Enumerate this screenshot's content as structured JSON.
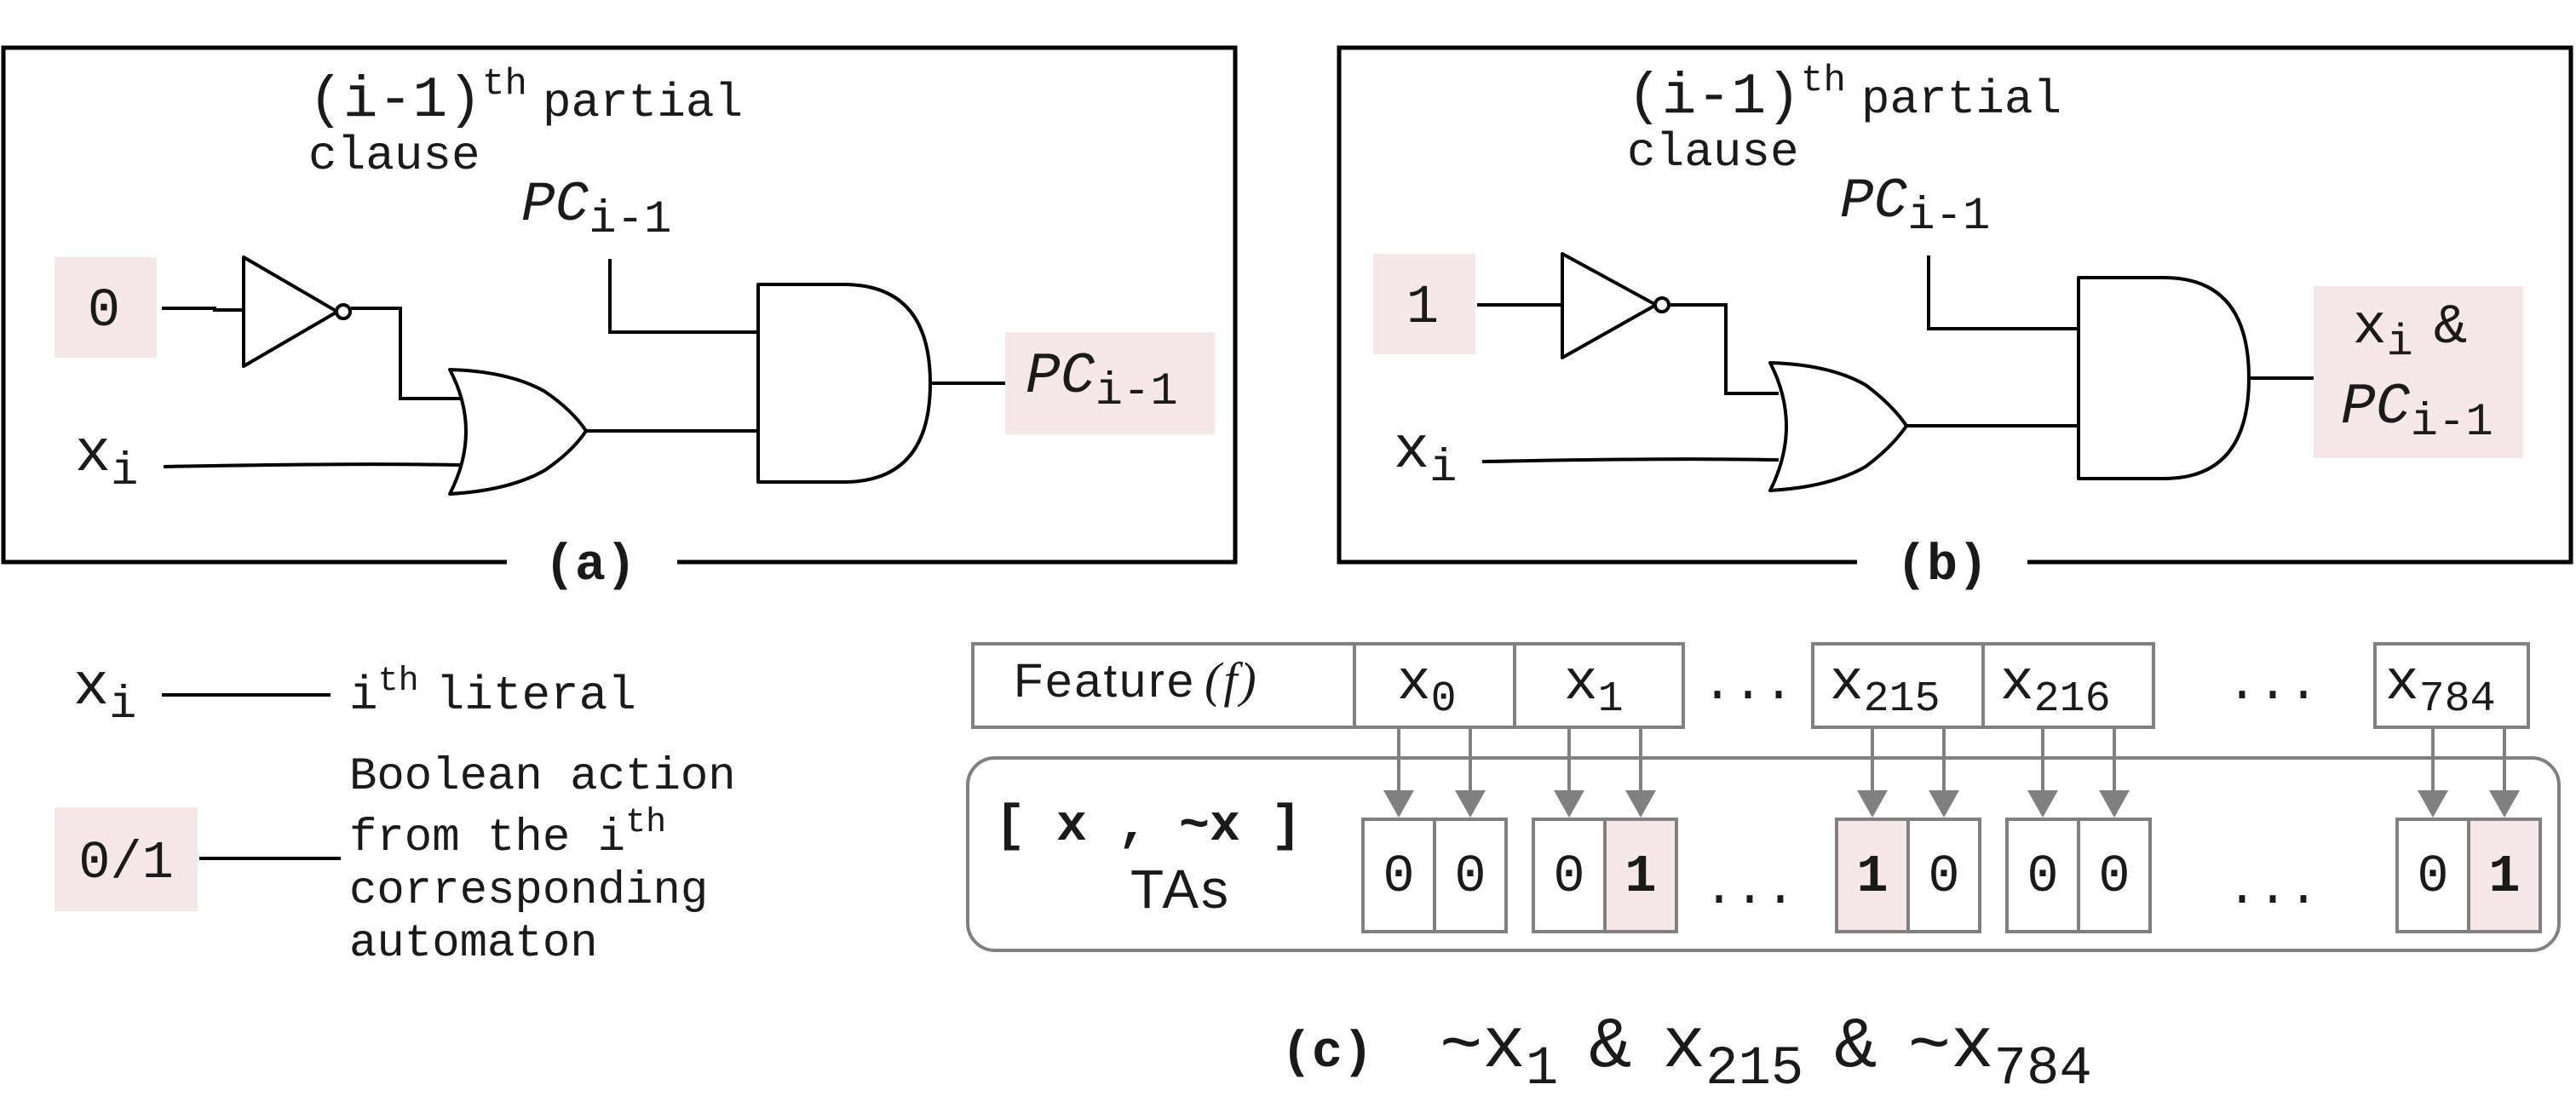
{
  "panel_a": {
    "clause_title": "(i-1)",
    "clause_title_sup": "th",
    "clause_title_rest": "partial",
    "clause_title_line2": "clause",
    "pc_label": "PC",
    "pc_sub": "i-1",
    "input_value": "0",
    "literal": "x",
    "literal_sub": "i",
    "output_pc": "PC",
    "output_pc_sub": "i-1",
    "caption": "(a)"
  },
  "panel_b": {
    "clause_title": "(i-1)",
    "clause_title_sup": "th",
    "clause_title_rest": "partial",
    "clause_title_line2": "clause",
    "pc_label": "PC",
    "pc_sub": "i-1",
    "input_value": "1",
    "literal": "x",
    "literal_sub": "i",
    "output_line1": "x",
    "output_line1_sub": "i",
    "output_line1_rest": "&",
    "output_pc": "PC",
    "output_pc_sub": "i-1",
    "caption": "(b)"
  },
  "legend": {
    "literal_symbol": "x",
    "literal_symbol_sub": "i",
    "literal_desc": "i",
    "literal_desc_sup": "th",
    "literal_desc_rest": "literal",
    "action_symbol": "0/1",
    "action_line1": "Boolean action",
    "action_line2": "from the i",
    "action_line2_sup": "th",
    "action_line3": "corresponding",
    "action_line4": "automaton"
  },
  "panel_c": {
    "feature_label": "Feature",
    "feature_symbol": "(f)",
    "ellipsis": "...",
    "features": [
      {
        "name": "x",
        "sub": "0"
      },
      {
        "name": "x",
        "sub": "1"
      },
      {
        "name": "x",
        "sub": "215"
      },
      {
        "name": "x",
        "sub": "216"
      },
      {
        "name": "x",
        "sub": "784"
      }
    ],
    "ta_label_line1": "[ x , ~x ]",
    "ta_label_line2": "TAs",
    "ta_pairs": [
      {
        "x": "0",
        "not_x": "0",
        "highlight": [
          false,
          false
        ]
      },
      {
        "x": "0",
        "not_x": "1",
        "highlight": [
          false,
          true
        ]
      },
      {
        "x": "1",
        "not_x": "0",
        "highlight": [
          true,
          false
        ]
      },
      {
        "x": "0",
        "not_x": "0",
        "highlight": [
          false,
          false
        ]
      },
      {
        "x": "0",
        "not_x": "1",
        "highlight": [
          false,
          true
        ]
      }
    ],
    "caption": "(c)",
    "expr_part1": "~x",
    "expr_sub1": "1",
    "expr_amp1": "&",
    "expr_part2": "x",
    "expr_sub2": "215",
    "expr_amp2": "&",
    "expr_part3": "~x",
    "expr_sub3": "784"
  },
  "colors": {
    "highlight": "#f6e8e8",
    "grey_box": "#808080",
    "line": "#000000"
  }
}
